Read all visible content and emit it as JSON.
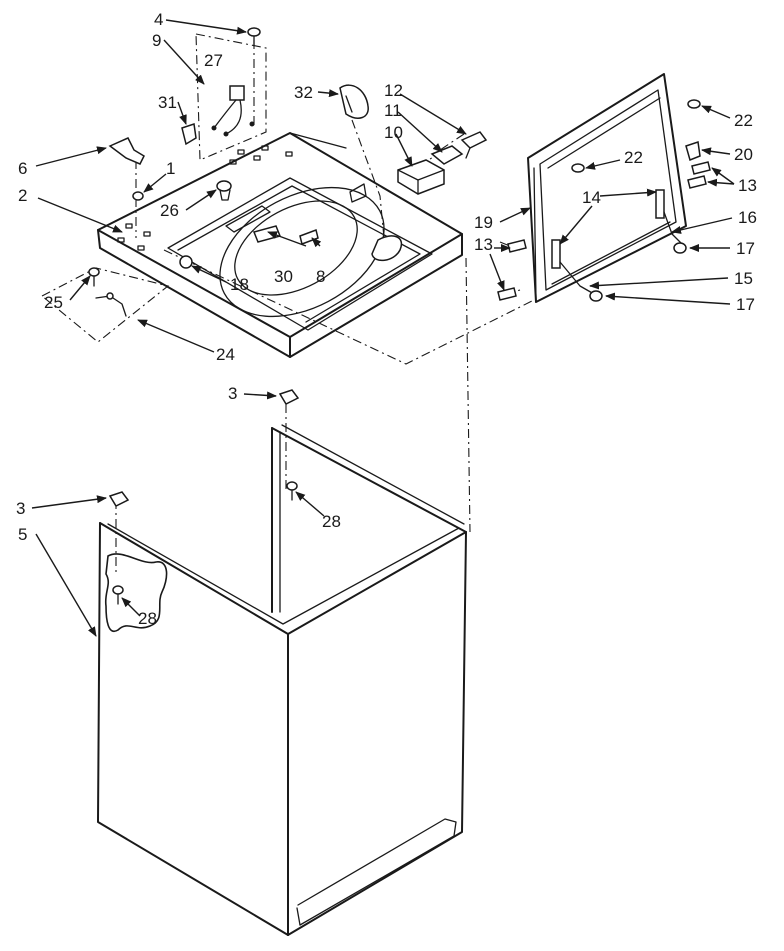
{
  "callouts": {
    "c1": "1",
    "c2": "2",
    "c3a": "3",
    "c3b": "3",
    "c4": "4",
    "c5": "5",
    "c6": "6",
    "c8": "8",
    "c9": "9",
    "c10": "10",
    "c11": "11",
    "c12": "12",
    "c13a": "13",
    "c13b": "13",
    "c14": "14",
    "c15": "15",
    "c16": "16",
    "c17a": "17",
    "c17b": "17",
    "c18": "18",
    "c19": "19",
    "c20": "20",
    "c22a": "22",
    "c22b": "22",
    "c24": "24",
    "c25": "25",
    "c26": "26",
    "c27": "27",
    "c28a": "28",
    "c28b": "28",
    "c30": "30",
    "c31": "31",
    "c32": "32"
  },
  "colors": {
    "ink": "#1a1a1a",
    "paper": "#ffffff"
  }
}
